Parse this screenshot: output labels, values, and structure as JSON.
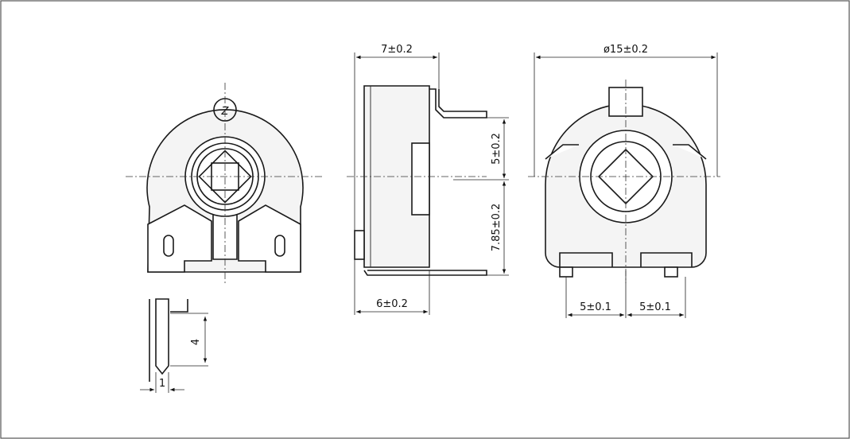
{
  "dimensions": {
    "side_width_top": "7±0.2",
    "diameter": "ø15±0.2",
    "height_upper": "5±0.2",
    "height_lower": "7.85±0.2",
    "side_width_bottom": "6±0.2",
    "pin_pitch_left": "5±0.1",
    "pin_pitch_right": "5±0.1",
    "pin_length": "4",
    "pin_thickness": "1"
  },
  "marking": "Z"
}
